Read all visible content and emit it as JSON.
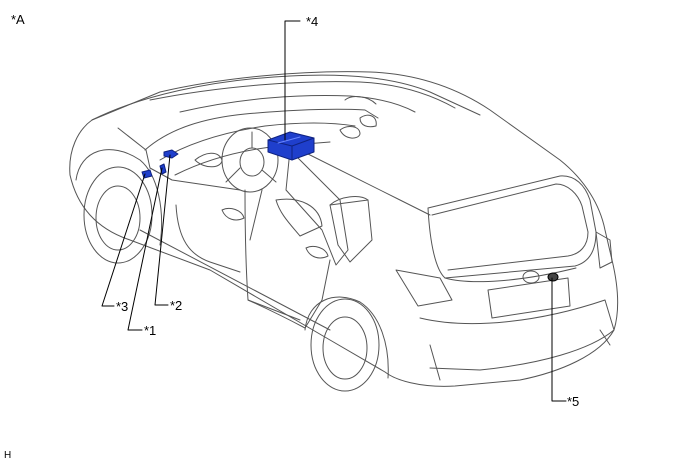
{
  "view_label": "*A",
  "callouts": [
    {
      "id": "3",
      "text": "*3"
    },
    {
      "id": "2",
      "text": "*2"
    },
    {
      "id": "1",
      "text": "*1"
    },
    {
      "id": "4",
      "text": "*4"
    },
    {
      "id": "5",
      "text": "*5"
    }
  ],
  "footer_code": "H",
  "colors": {
    "line": "#555555",
    "part_fill": "#1f3fcc",
    "part_dark": "#0f2280",
    "leader": "#000000"
  }
}
